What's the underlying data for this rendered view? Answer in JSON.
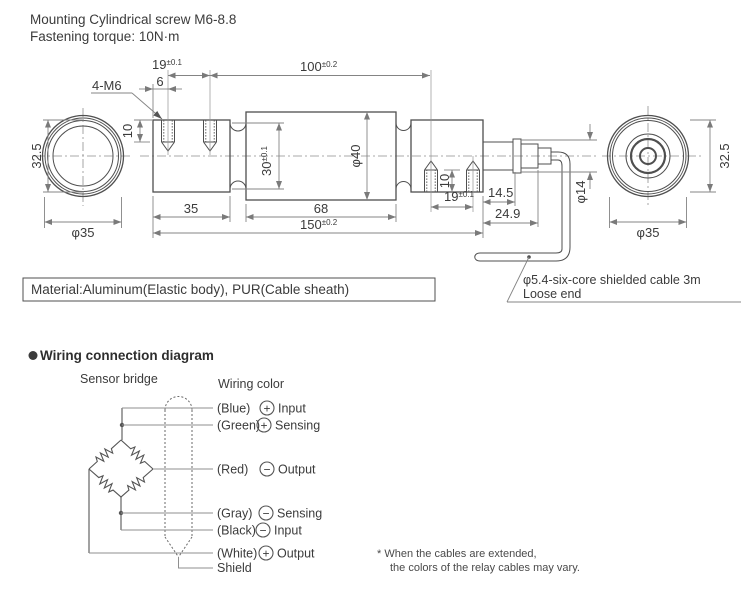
{
  "header": {
    "line1": "Mounting  Cylindrical screw M6-8.8",
    "line2": "Fastening torque: 10N·m"
  },
  "drawing": {
    "labels": {
      "thread_callout": "4-M6",
      "dim6": "6",
      "dim19": "19",
      "dim19_tol": "±0.1",
      "dim100": "100",
      "dim100_tol": "±0.2",
      "dim10_left": "10",
      "dim32_5_left": "32.5",
      "dia35_left": "φ35",
      "dim30": "30",
      "dim30_tol": "±0.1",
      "dia40": "φ40",
      "dim35": "35",
      "dim68": "68",
      "dim150": "150",
      "dim150_tol": "±0.2",
      "dim10_right": "10",
      "dim19_right": "19",
      "dim19_right_tol": "±0.1",
      "dim14_5": "14.5",
      "dim24_9": "24.9",
      "dia14": "φ14",
      "dim32_5_right": "32.5",
      "dia35_right": "φ35"
    },
    "material_note": "Material:Aluminum(Elastic body), PUR(Cable sheath)",
    "cable_note": {
      "line1": "φ5.4-six-core shielded cable 3m",
      "line2": "Loose end"
    }
  },
  "wiring": {
    "title": "Wiring connection diagram",
    "bridge_label": "Sensor bridge",
    "color_label": "Wiring color",
    "rows": [
      {
        "color": "(Blue)",
        "sign": "+",
        "terminal": "Input"
      },
      {
        "color": "(Green)",
        "sign": "+",
        "terminal": "Sensing"
      },
      {
        "color": "(Red)",
        "sign": "−",
        "terminal": "Output"
      },
      {
        "color": "(Gray)",
        "sign": "−",
        "terminal": "Sensing"
      },
      {
        "color": "(Black)",
        "sign": "−",
        "terminal": "Input"
      },
      {
        "color": "(White)",
        "sign": "+",
        "terminal": "Output"
      }
    ],
    "shield_label": "Shield",
    "note": {
      "line1": "* When the cables are extended,",
      "line2": "the colors of the relay cables may vary."
    }
  }
}
